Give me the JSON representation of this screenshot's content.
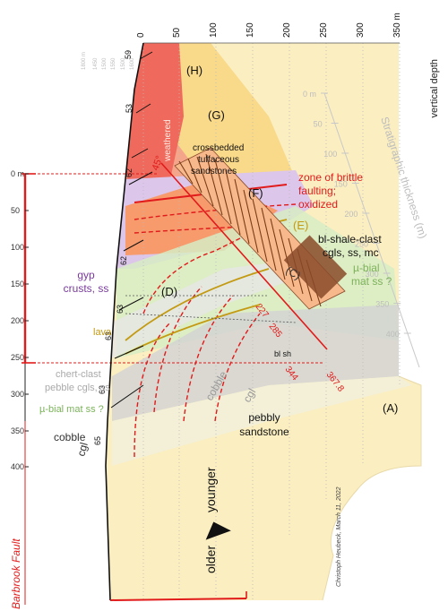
{
  "top_ticks": [
    "0",
    "50",
    "100",
    "150",
    "200",
    "250",
    "300",
    "350 m"
  ],
  "top_axis_title": "vertical depth",
  "faded_top_ticks": [
    "1800 m",
    "1450",
    "1500",
    "1550",
    "1500",
    "1600"
  ],
  "left_scale_ticks": [
    "0 m",
    "50",
    "100",
    "150",
    "200",
    "250",
    "300",
    "350",
    "400"
  ],
  "strat_title": "Stratigraphic thickness (m)",
  "strat_ticks": [
    "0 m",
    "50",
    "100",
    "150",
    "200",
    "250",
    "300",
    "350",
    "400"
  ],
  "dip_values": [
    "59",
    "53",
    "62",
    "62",
    "63",
    "63",
    "63",
    "65"
  ],
  "units": [
    "(H)",
    "(G)",
    "(F)",
    "(E)",
    "(D)",
    "(C)",
    "(A)"
  ],
  "labels": {
    "weathered": "weathered",
    "crossbedded_1": "crossbedded",
    "crossbedded_2": "tuffaceous",
    "crossbedded_3": "sandstones",
    "angle": "45°",
    "brittle_1": "zone of brittle",
    "brittle_2": "faulting;",
    "brittle_3": "oxidized",
    "blshale_1": "bl-shale-clast",
    "blshale_2": "cgls, ss, mc",
    "mubial_right_1": "µ-bial",
    "mubial_right_2": "mat ss ?",
    "gyp_1": "gyp",
    "gyp_2": "crusts, ss",
    "lava": "lava",
    "chert_1": "chert-clast",
    "chert_2": "pebble cgls, ss",
    "mubial_left": "µ-bial mat ss ?",
    "cobble_left_1": "cobble",
    "cobble_left_2": "cgl",
    "cobble_mid_1": "cobble",
    "cobble_mid_2": "cgl",
    "pebbly_1": "pebbly",
    "pebbly_2": "sandstone",
    "bl_sh": "bl sh",
    "younger": "younger",
    "older": "older",
    "author": "Christoph Heubeck, March 11, 2022",
    "fault": "Barbrook Fault"
  },
  "section_depths": [
    "227",
    "285",
    "344",
    "367.8"
  ],
  "colors": {
    "sandstone_yellow": "#fbeec0",
    "unit_g_yellow": "#f9d98a",
    "unit_h_salmon": "#f4a58a",
    "weathered_red": "#ef6a5c",
    "unit_f_orange": "#f79a6c",
    "purple_gyp": "#dcc6ea",
    "mubial_green": "#d7ecc4",
    "gray_cobble": "#d3d4d4",
    "fault_red": "#e11b1b",
    "lava_gold": "#c39a12",
    "purple_text": "#7a3a9c",
    "green_text": "#7cb25a"
  }
}
